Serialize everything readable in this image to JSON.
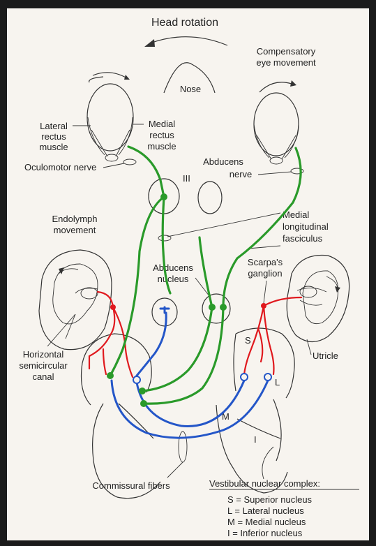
{
  "labels": {
    "head_rotation": "Head rotation",
    "compensatory_1": "Compensatory",
    "compensatory_2": "eye movement",
    "nose": "Nose",
    "lateral_1": "Lateral",
    "lateral_2": "rectus",
    "lateral_3": "muscle",
    "medial_1": "Medial",
    "medial_2": "rectus",
    "medial_3": "muscle",
    "oculomotor": "Oculomotor nerve",
    "abducens_nerve_1": "Abducens",
    "abducens_nerve_2": "nerve",
    "nucleus_iii": "III",
    "endolymph_1": "Endolymph",
    "endolymph_2": "movement",
    "mlf_1": "Medial",
    "mlf_2": "longitudinal",
    "mlf_3": "fasciculus",
    "abducens_nucleus_1": "Abducens",
    "abducens_nucleus_2": "nucleus",
    "scarpa_1": "Scarpa's",
    "scarpa_2": "ganglion",
    "horizontal_1": "Horizontal",
    "horizontal_2": "semicircular",
    "horizontal_3": "canal",
    "utricle": "Utricle",
    "s": "S",
    "l": "L",
    "m": "M",
    "i": "I",
    "commissural": "Commissural fibers",
    "vnc_title": "Vestibular nuclear complex:"
  },
  "legend": [
    "S = Superior nucleus",
    "L = Lateral nucleus",
    "M = Medial nucleus",
    "I = Inferior nucleus"
  ],
  "colors": {
    "excitatory_neuron": "#2a9a2a",
    "inhibitory_neuron": "#2456c8",
    "vestibular_afferent": "#e0191e"
  }
}
